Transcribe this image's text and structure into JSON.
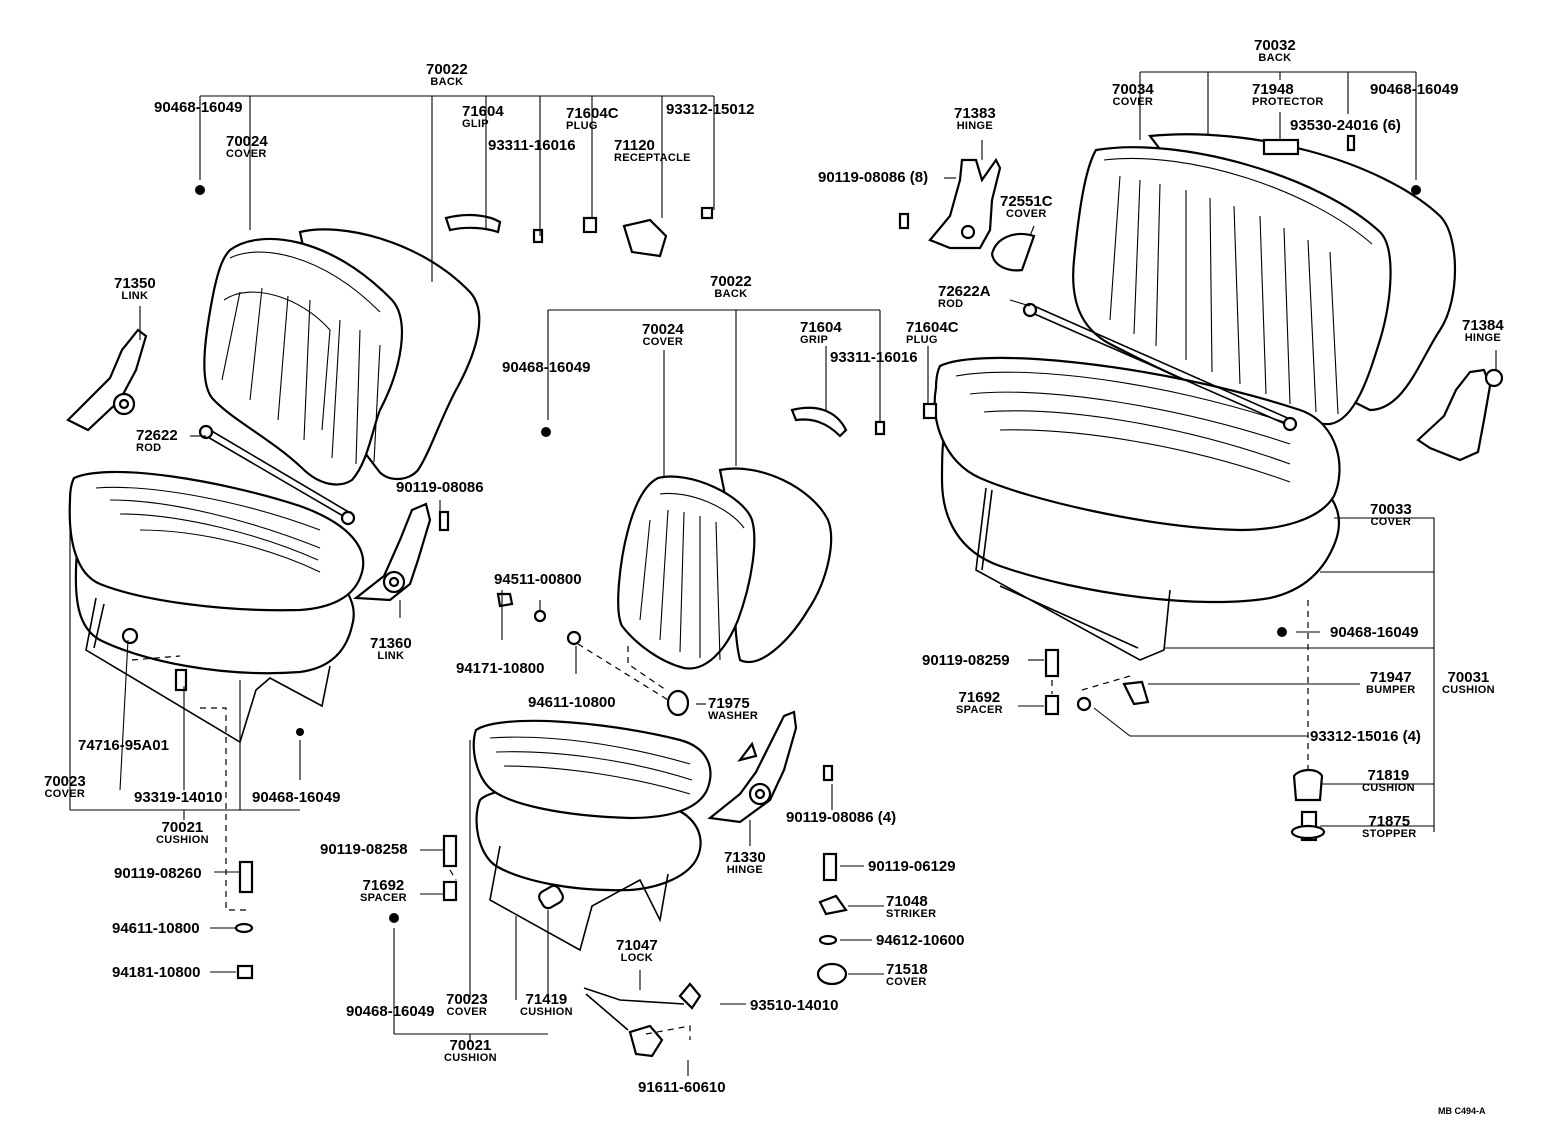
{
  "callouts": {
    "c1": {
      "pn": "70022",
      "nm": "BACK"
    },
    "c2": {
      "pn": "90468-16049"
    },
    "c3": {
      "pn": "71604",
      "nm": "GLIP"
    },
    "c4": {
      "pn": "71604C",
      "nm": "PLUG"
    },
    "c5": {
      "pn": "93312-15012"
    },
    "c6": {
      "pn": "70024",
      "nm": "COVER"
    },
    "c7": {
      "pn": "93311-16016"
    },
    "c8": {
      "pn": "71120",
      "nm": "RECEPTACLE"
    },
    "c9": {
      "pn": "71350",
      "nm": "LINK"
    },
    "c10": {
      "pn": "72622",
      "nm": "ROD"
    },
    "c11": {
      "pn": "90119-08086"
    },
    "c12": {
      "pn": "71360",
      "nm": "LINK"
    },
    "c13": {
      "pn": "74716-95A01"
    },
    "c14": {
      "pn": "70023",
      "nm": "COVER"
    },
    "c15": {
      "pn": "93319-14010"
    },
    "c16": {
      "pn": "90468-16049"
    },
    "c17": {
      "pn": "70021",
      "nm": "CUSHION"
    },
    "c18": {
      "pn": "90119-08260"
    },
    "c19": {
      "pn": "94611-10800"
    },
    "c20": {
      "pn": "94181-10800"
    },
    "c21": {
      "pn": "70022",
      "nm": "BACK"
    },
    "c22": {
      "pn": "90468-16049"
    },
    "c23": {
      "pn": "70024",
      "nm": "COVER"
    },
    "c24": {
      "pn": "71604",
      "nm": "GRIP"
    },
    "c25": {
      "pn": "71604C",
      "nm": "PLUG"
    },
    "c26": {
      "pn": "93311-16016"
    },
    "c27": {
      "pn": "94511-00800"
    },
    "c28": {
      "pn": "94171-10800"
    },
    "c29": {
      "pn": "94611-10800"
    },
    "c30": {
      "pn": "71975",
      "nm": "WASHER"
    },
    "c31": {
      "pn": "90119-08086 (4)"
    },
    "c32": {
      "pn": "71330",
      "nm": "HINGE"
    },
    "c33": {
      "pn": "90119-08258"
    },
    "c34": {
      "pn": "71692",
      "nm": "SPACER"
    },
    "c35": {
      "pn": "90468-16049"
    },
    "c36": {
      "pn": "70023",
      "nm": "COVER"
    },
    "c37": {
      "pn": "71419",
      "nm": "CUSHION"
    },
    "c38": {
      "pn": "70021",
      "nm": "CUSHION"
    },
    "c39": {
      "pn": "71047",
      "nm": "LOCK"
    },
    "c40": {
      "pn": "93510-14010"
    },
    "c41": {
      "pn": "91611-60610"
    },
    "c42": {
      "pn": "90119-06129"
    },
    "c43": {
      "pn": "71048",
      "nm": "STRIKER"
    },
    "c44": {
      "pn": "94612-10600"
    },
    "c45": {
      "pn": "71518",
      "nm": "COVER"
    },
    "c46": {
      "pn": "71383",
      "nm": "HINGE"
    },
    "c47": {
      "pn": "90119-08086 (8)"
    },
    "c48": {
      "pn": "72551C",
      "nm": "COVER"
    },
    "c49": {
      "pn": "72622A",
      "nm": "ROD"
    },
    "c50": {
      "pn": "70032",
      "nm": "BACK"
    },
    "c51": {
      "pn": "70034",
      "nm": "COVER"
    },
    "c52": {
      "pn": "71948",
      "nm": "PROTECTOR"
    },
    "c53": {
      "pn": "90468-16049"
    },
    "c54": {
      "pn": "93530-24016 (6)"
    },
    "c55": {
      "pn": "71384",
      "nm": "HINGE"
    },
    "c56": {
      "pn": "70033",
      "nm": "COVER"
    },
    "c57": {
      "pn": "90468-16049"
    },
    "c58": {
      "pn": "90119-08259"
    },
    "c59": {
      "pn": "71692",
      "nm": "SPACER"
    },
    "c60": {
      "pn": "71947",
      "nm": "BUMPER"
    },
    "c61": {
      "pn": "70031",
      "nm": "CUSHION"
    },
    "c62": {
      "pn": "93312-15016 (4)"
    },
    "c63": {
      "pn": "71819",
      "nm": "CUSHION"
    },
    "c64": {
      "pn": "71875",
      "nm": "STOPPER"
    }
  },
  "drawing_ref": "MB  C494-A"
}
